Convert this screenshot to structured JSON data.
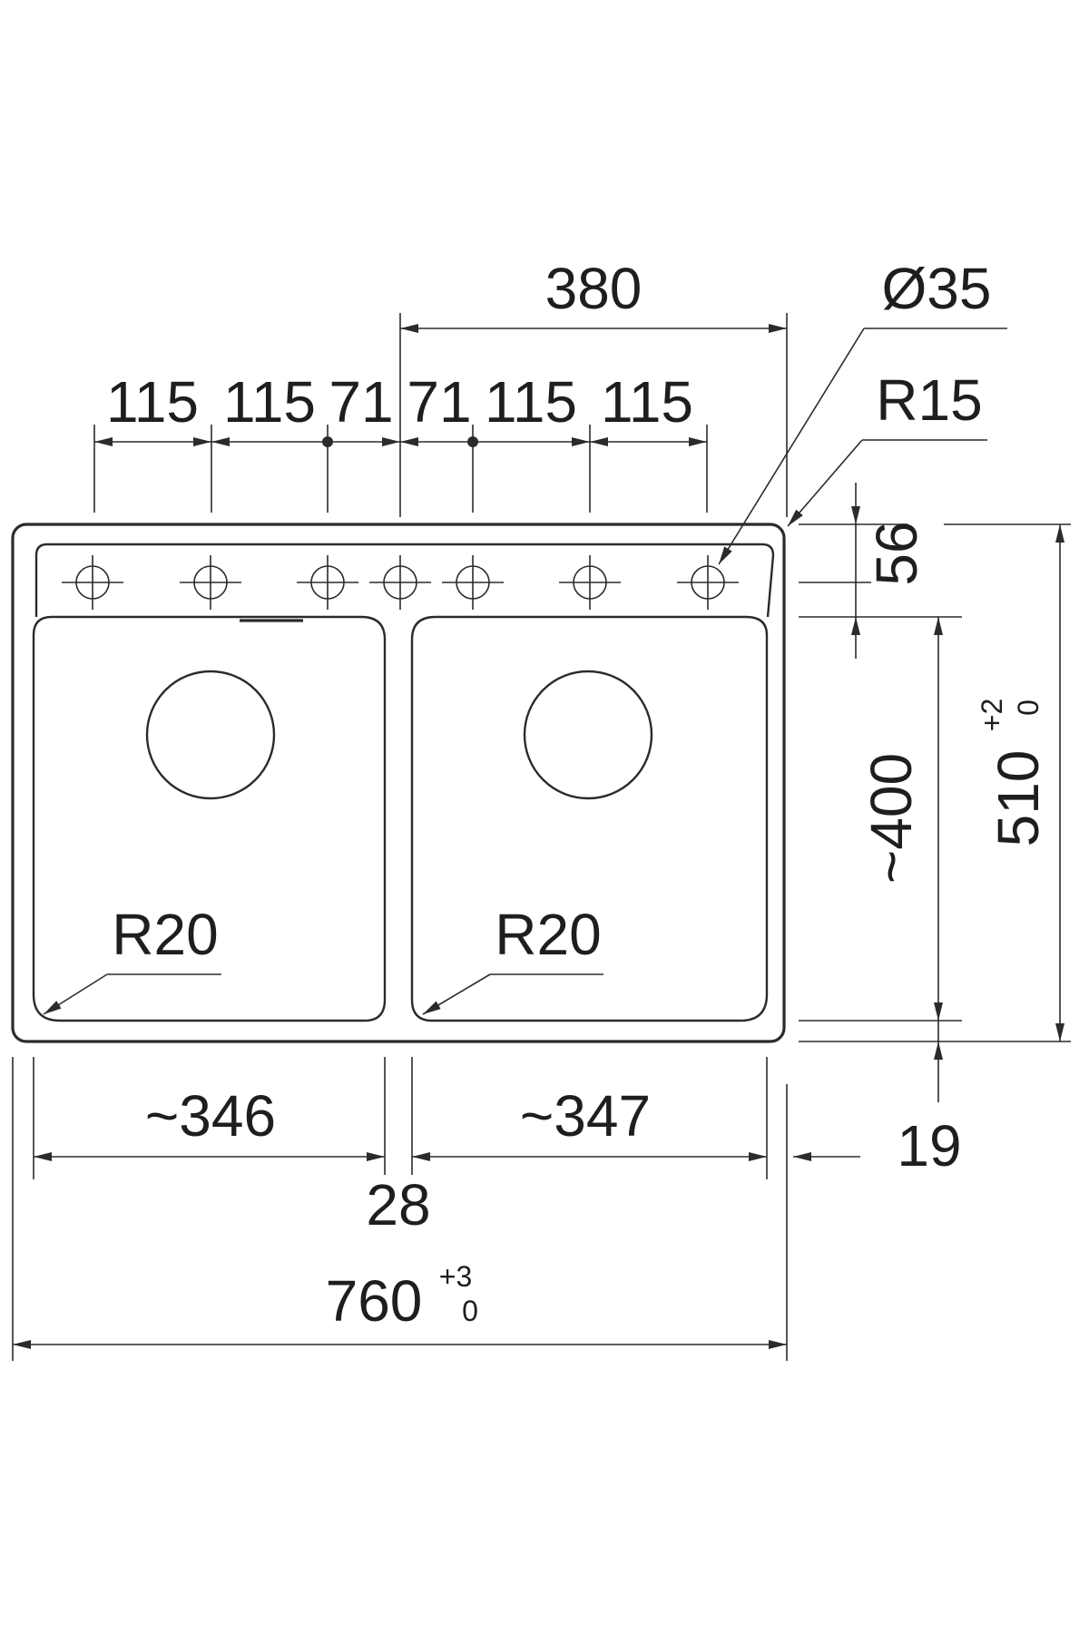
{
  "top_dims": {
    "overall_380": "380",
    "hole_diameter": "Ø35",
    "corner_radius": "R15",
    "spacing": [
      "115",
      "115",
      "71",
      "71",
      "115",
      "115"
    ]
  },
  "side_dims": {
    "ledge": "56",
    "bowl_depth": "~400",
    "overall_depth": "510",
    "overall_depth_tol_plus": "+2",
    "overall_depth_tol_minus": "0",
    "bottom_rim": "19"
  },
  "bowl_radii": {
    "left": "R20",
    "right": "R20"
  },
  "bottom_dims": {
    "left_bowl": "~346",
    "right_bowl": "~347",
    "divider": "28",
    "overall_width": "760",
    "overall_width_tol_plus": "+3",
    "overall_width_tol_minus": "0"
  },
  "colors": {
    "line": "#2b2b2b",
    "background": "#ffffff"
  }
}
